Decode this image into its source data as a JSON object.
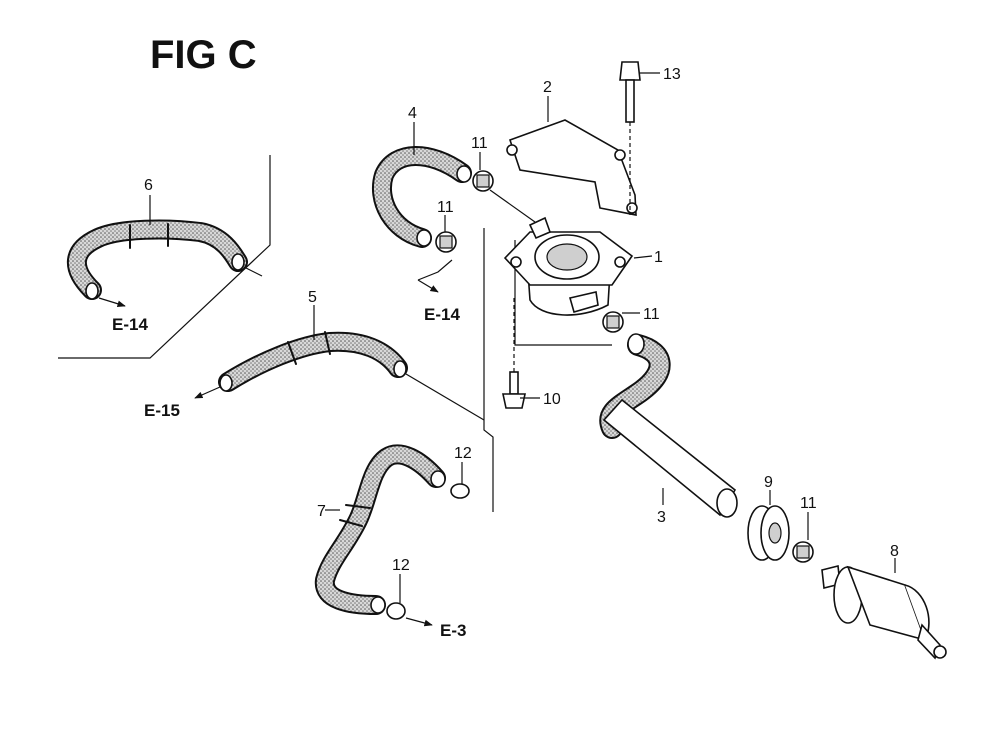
{
  "title": "FIG C",
  "callouts": {
    "p1": "1",
    "p2": "2",
    "p3": "3",
    "p4": "4",
    "p5": "5",
    "p6": "6",
    "p7": "7",
    "p8": "8",
    "p9": "9",
    "p10": "10",
    "p11a": "11",
    "p11b": "11",
    "p11c": "11",
    "p11d": "11",
    "p12a": "12",
    "p12b": "12",
    "p13": "13"
  },
  "references": {
    "e14_left": "E-14",
    "e14_mid": "E-14",
    "e15": "E-15",
    "e3": "E-3"
  },
  "colors": {
    "hose_fill": "#bdbdbd",
    "line": "#111111"
  }
}
